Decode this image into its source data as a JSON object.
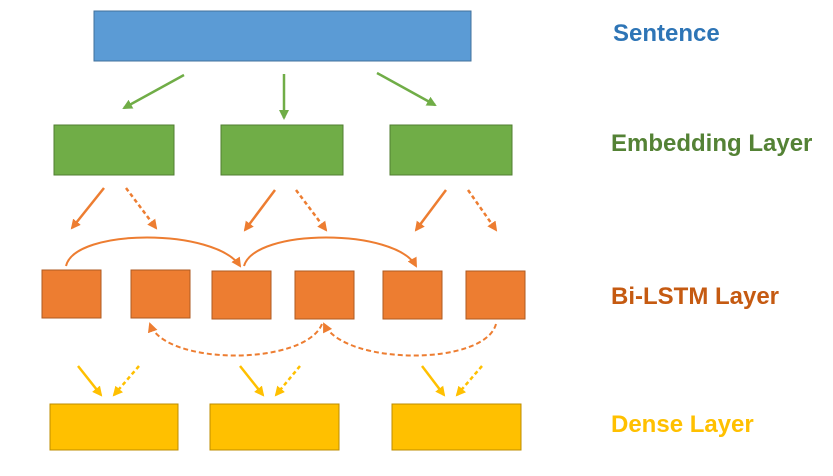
{
  "labels": {
    "sentence": "Sentence",
    "embedding": "Embedding Layer",
    "bilstm": "Bi-LSTM Layer",
    "dense": "Dense Layer"
  },
  "colors": {
    "sentence_fill": "#5b9bd5",
    "sentence_stroke": "#41719c",
    "sentence_text": "#2e75b6",
    "embedding_fill": "#70ad47",
    "embedding_stroke": "#507e32",
    "embedding_text": "#548235",
    "embedding_arrow": "#70ad47",
    "bilstm_fill": "#ed7d31",
    "bilstm_stroke": "#ae5a21",
    "bilstm_text": "#c55a11",
    "bilstm_arrow": "#ed7d31",
    "dense_fill": "#ffc000",
    "dense_stroke": "#bc8c00",
    "dense_text": "#ffc000",
    "dense_arrow": "#ffc000"
  }
}
